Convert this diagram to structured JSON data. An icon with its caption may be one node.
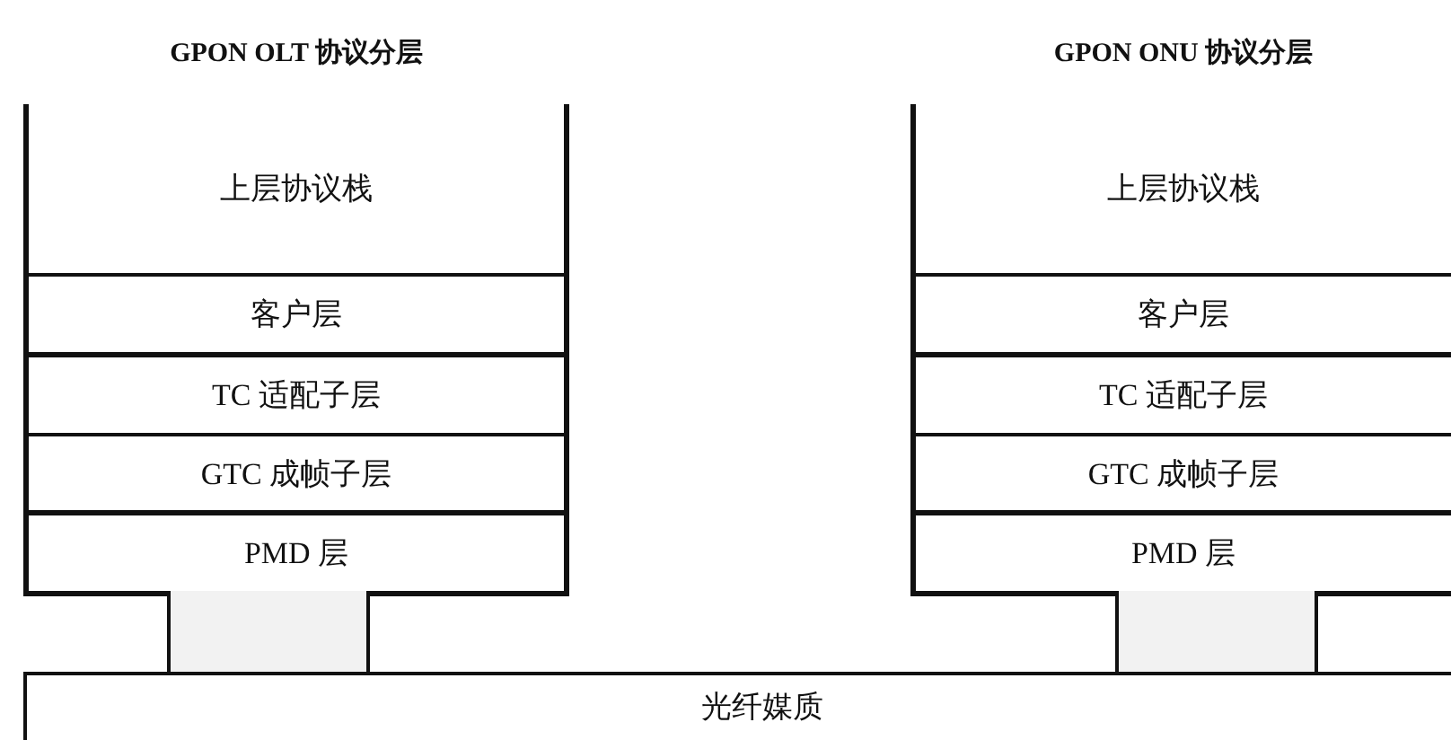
{
  "diagram": {
    "nodes": [
      {
        "text": [
          "GPON OLT 协议分层"
        ]
      },
      {
        "text": [
          "上层协议栈"
        ],
        "in": 0
      },
      {
        "text": [
          "客户层"
        ],
        "in": 0
      },
      {
        "text": [
          "TC 适配子层"
        ],
        "in": 0
      },
      {
        "text": [
          "GTC 成帧子层"
        ],
        "in": 0
      },
      {
        "text": [
          "PMD 层"
        ],
        "in": 0
      },
      {
        "text": [
          "GPON ONU 协议分层"
        ]
      },
      {
        "text": [
          "上层协议栈"
        ],
        "in": 6
      },
      {
        "text": [
          "客户层"
        ],
        "in": 6
      },
      {
        "text": [
          "TC 适配子层"
        ],
        "in": 6
      },
      {
        "text": [
          "GTC 成帧子层"
        ],
        "in": 6
      },
      {
        "text": [
          "PMD 层"
        ],
        "in": 6
      },
      {
        "text": [],
        "shape": "box"
      },
      {
        "text": [],
        "shape": "box"
      },
      {
        "text": [
          "光纤媒质"
        ]
      }
    ]
  }
}
